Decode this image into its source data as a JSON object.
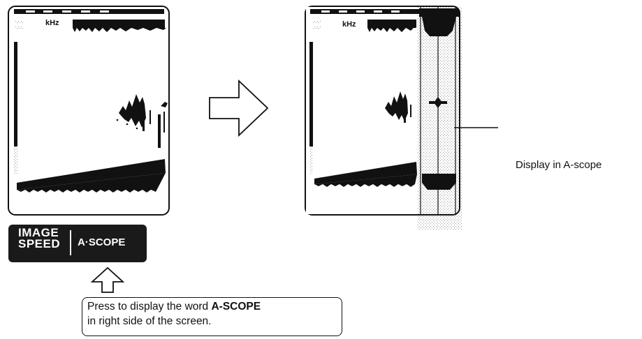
{
  "left_screen": {
    "freq_unit": "kHz"
  },
  "right_screen": {
    "freq_unit": "kHz"
  },
  "buttons": {
    "image_speed_line1": "IMAGE",
    "image_speed_line2": "SPEED",
    "a_scope": "A·SCOPE"
  },
  "callout": {
    "text_part1": "Press to display the word ",
    "text_bold": "A-SCOPE",
    "text_part2": "in right side of the screen."
  },
  "annotation": {
    "label": "Display in A-scope"
  },
  "colors": {
    "ink": "#111111",
    "button_bg": "#1a1a1a",
    "panel_stipple": "#bdbdbd"
  }
}
